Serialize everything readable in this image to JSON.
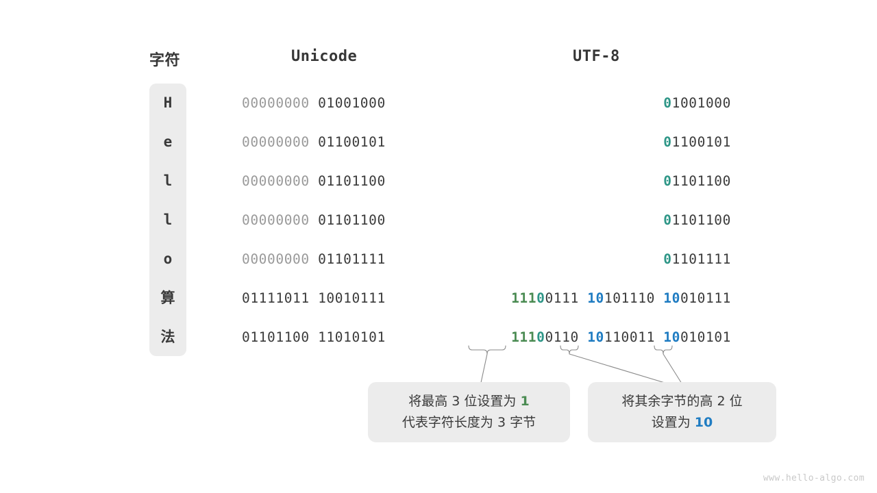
{
  "headers": {
    "char": "字符",
    "unicode": "Unicode",
    "utf8": "UTF-8"
  },
  "rows": [
    {
      "char": "H",
      "unicode": [
        {
          "text": "00000000",
          "style": "pad"
        },
        {
          "text": " ",
          "style": "pad"
        },
        {
          "text": "01001000",
          "style": "dark"
        }
      ],
      "utf8": [
        {
          "text": "0",
          "style": "teal"
        },
        {
          "text": "1001000",
          "style": "dark"
        }
      ]
    },
    {
      "char": "e",
      "unicode": [
        {
          "text": "00000000",
          "style": "pad"
        },
        {
          "text": " ",
          "style": "pad"
        },
        {
          "text": "01100101",
          "style": "dark"
        }
      ],
      "utf8": [
        {
          "text": "0",
          "style": "teal"
        },
        {
          "text": "1100101",
          "style": "dark"
        }
      ]
    },
    {
      "char": "l",
      "unicode": [
        {
          "text": "00000000",
          "style": "pad"
        },
        {
          "text": " ",
          "style": "pad"
        },
        {
          "text": "01101100",
          "style": "dark"
        }
      ],
      "utf8": [
        {
          "text": "0",
          "style": "teal"
        },
        {
          "text": "1101100",
          "style": "dark"
        }
      ]
    },
    {
      "char": "l",
      "unicode": [
        {
          "text": "00000000",
          "style": "pad"
        },
        {
          "text": " ",
          "style": "pad"
        },
        {
          "text": "01101100",
          "style": "dark"
        }
      ],
      "utf8": [
        {
          "text": "0",
          "style": "teal"
        },
        {
          "text": "1101100",
          "style": "dark"
        }
      ]
    },
    {
      "char": "o",
      "unicode": [
        {
          "text": "00000000",
          "style": "pad"
        },
        {
          "text": " ",
          "style": "pad"
        },
        {
          "text": "01101111",
          "style": "dark"
        }
      ],
      "utf8": [
        {
          "text": "0",
          "style": "teal"
        },
        {
          "text": "1101111",
          "style": "dark"
        }
      ]
    },
    {
      "char": "算",
      "unicode": [
        {
          "text": "01111011",
          "style": "dark"
        },
        {
          "text": " ",
          "style": "dark"
        },
        {
          "text": "10010111",
          "style": "dark"
        }
      ],
      "utf8": [
        {
          "text": "111",
          "style": "green"
        },
        {
          "text": "0",
          "style": "teal"
        },
        {
          "text": "0111",
          "style": "dark"
        },
        {
          "text": " ",
          "style": "dark"
        },
        {
          "text": "10",
          "style": "blue"
        },
        {
          "text": "101110",
          "style": "dark"
        },
        {
          "text": " ",
          "style": "dark"
        },
        {
          "text": "10",
          "style": "blue"
        },
        {
          "text": "010111",
          "style": "dark"
        }
      ]
    },
    {
      "char": "法",
      "unicode": [
        {
          "text": "01101100",
          "style": "dark"
        },
        {
          "text": " ",
          "style": "dark"
        },
        {
          "text": "11010101",
          "style": "dark"
        }
      ],
      "utf8": [
        {
          "text": "111",
          "style": "green"
        },
        {
          "text": "0",
          "style": "teal"
        },
        {
          "text": "0110",
          "style": "dark"
        },
        {
          "text": " ",
          "style": "dark"
        },
        {
          "text": "10",
          "style": "blue"
        },
        {
          "text": "110011",
          "style": "dark"
        },
        {
          "text": " ",
          "style": "dark"
        },
        {
          "text": "10",
          "style": "blue"
        },
        {
          "text": "010101",
          "style": "dark"
        }
      ]
    }
  ],
  "callouts": [
    {
      "lines": [
        [
          {
            "text": "将最高 3 位设置为 ",
            "style": "plain"
          },
          {
            "text": "1",
            "style": "green"
          }
        ],
        [
          {
            "text": "代表字符长度为 3 字节",
            "style": "plain"
          }
        ]
      ]
    },
    {
      "lines": [
        [
          {
            "text": "将其余字节的高 2 位",
            "style": "plain"
          }
        ],
        [
          {
            "text": "设置为 ",
            "style": "plain"
          },
          {
            "text": "10",
            "style": "blue"
          }
        ]
      ]
    }
  ],
  "watermark": "www.hello-algo.com",
  "colors": {
    "green": "#4a8b52",
    "teal": "#2e9687",
    "blue": "#1f7cc2",
    "dark": "#3a3a3a",
    "pad": "#999999",
    "panel": "#ececec",
    "connector": "#8a8a8a"
  }
}
